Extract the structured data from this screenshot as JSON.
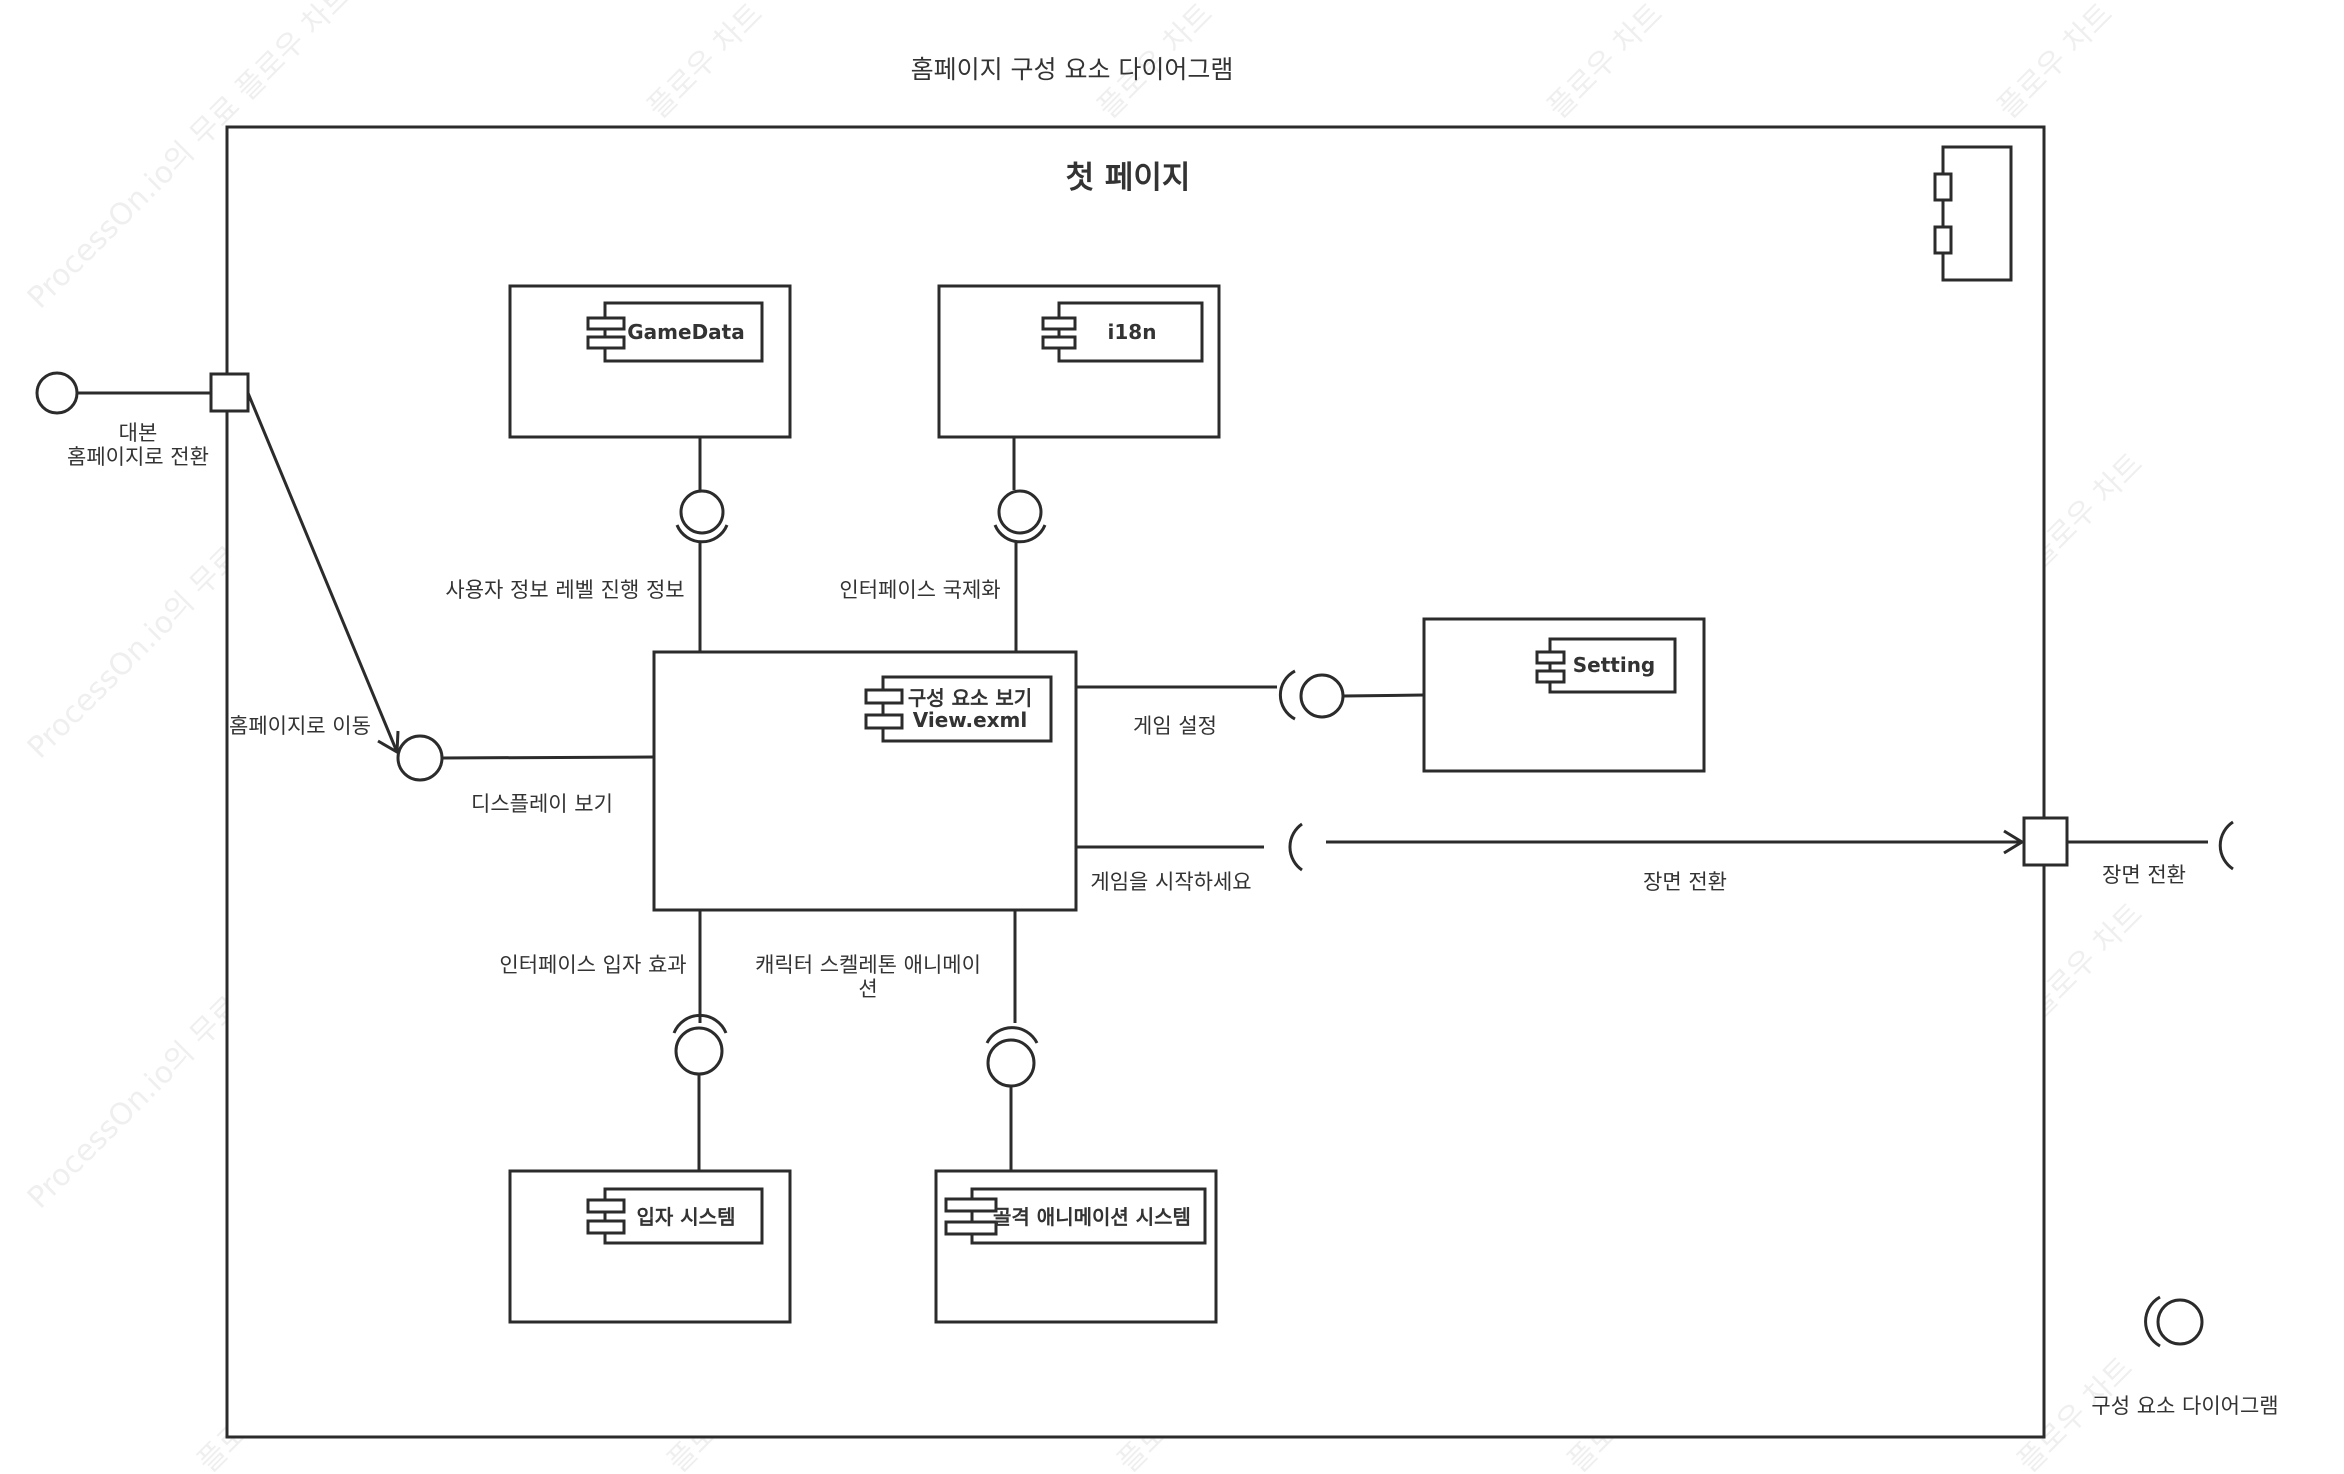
{
  "diagram": {
    "title": "홈페이지 구성 요소 다이어그램",
    "frame_title": "첫 페이지",
    "watermarks": [
      "ProcessOn.io의 무료 플로우 차트",
      "플로우 차트"
    ],
    "components": {
      "gamedata": "GameData",
      "i18n": "i18n",
      "setting": "Setting",
      "view_line1": "구성 요소 보기",
      "view_line2": "View.exml",
      "particle": "입자 시스템",
      "skeleton": "골격 애니메이션 시스템"
    },
    "labels": {
      "script_line1": "대본",
      "script_line2": "홈페이지로 전환",
      "move_home": "홈페이지로 이동",
      "display_view": "디스플레이 보기",
      "user_info": "사용자 정보 레벨 진행 정보",
      "i18n_interface": "인터페이스 국제화",
      "game_setting": "게임 설정",
      "start_game": "게임을 시작하세요",
      "scene_switch": "장면 전환",
      "scene_switch_port": "장면 전환",
      "particle_effect": "인터페이스 입자 효과",
      "skeleton_anim_line1": "캐릭터 스켈레톤 애니메이",
      "skeleton_anim_line2": "션",
      "legend": "구성 요소 다이어그램"
    }
  }
}
